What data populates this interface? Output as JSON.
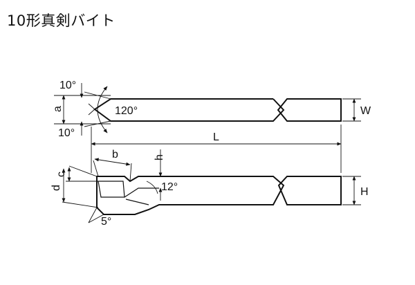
{
  "title": "10形真剣バイト",
  "labels": {
    "angle_top": "10°",
    "angle_bottom": "10°",
    "a": "a",
    "tip_angle": "120°",
    "W": "W",
    "L": "L",
    "b": "b",
    "h": "h",
    "c": "c",
    "d": "d",
    "rake": "12°",
    "clearance": "5°",
    "H": "H"
  }
}
